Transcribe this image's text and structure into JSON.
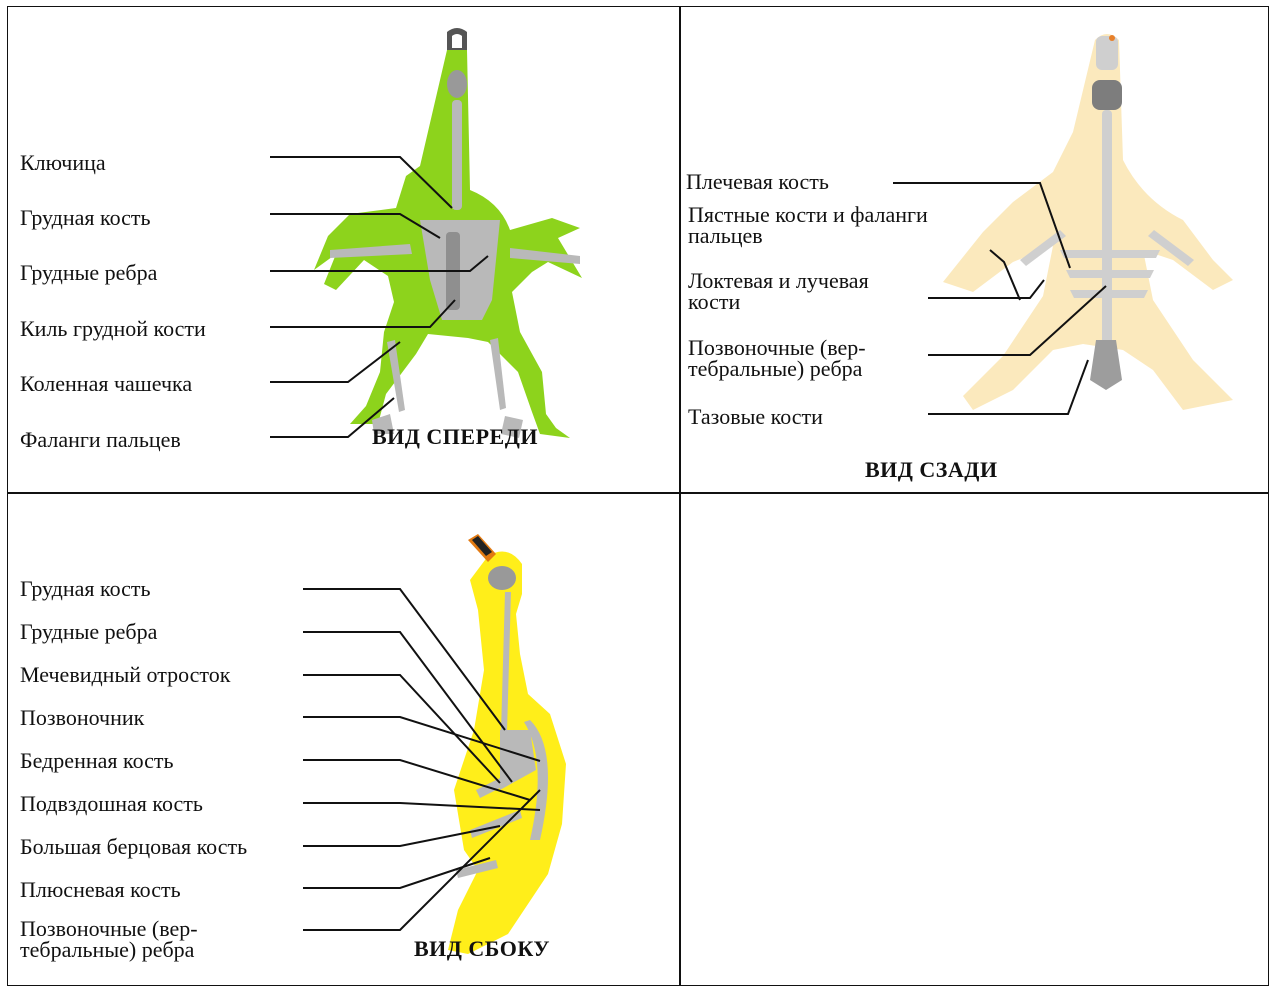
{
  "front": {
    "labels": [
      "Ключица",
      "Грудная кость",
      "Грудные ребра",
      "Киль грудной кости",
      "Коленная чашечка",
      "Фаланги пальцев"
    ],
    "view_title": "ВИД СПЕРЕДИ",
    "body_color": "#8dd31c",
    "bone_color": "#b9b9b9"
  },
  "back": {
    "labels": [
      [
        "Плечевая кость"
      ],
      [
        "Пястные кости и фаланги",
        "пальцев"
      ],
      [
        "Локтевая и лучевая",
        "кости"
      ],
      [
        "Позвоночные (вер-",
        "тебральные) ребра"
      ],
      [
        "Тазовые кости"
      ]
    ],
    "view_title": "ВИД СЗАДИ",
    "body_color": "#fbe9bd",
    "bone_color": "#cfcfcf"
  },
  "side": {
    "labels": [
      [
        "Грудная кость"
      ],
      [
        "Грудные ребра"
      ],
      [
        "Мечевидный отросток"
      ],
      [
        "Позвоночник"
      ],
      [
        "Бедренная кость"
      ],
      [
        "Подвздошная кость"
      ],
      [
        "Большая берцовая кость"
      ],
      [
        "Плюсневая кость"
      ],
      [
        "Позвоночные (вер-",
        "тебральные) ребра"
      ]
    ],
    "view_title": "ВИД СБОКУ",
    "body_color": "#ffee1a",
    "bone_color": "#b9b9b9",
    "beak_color": "#e27a12"
  }
}
